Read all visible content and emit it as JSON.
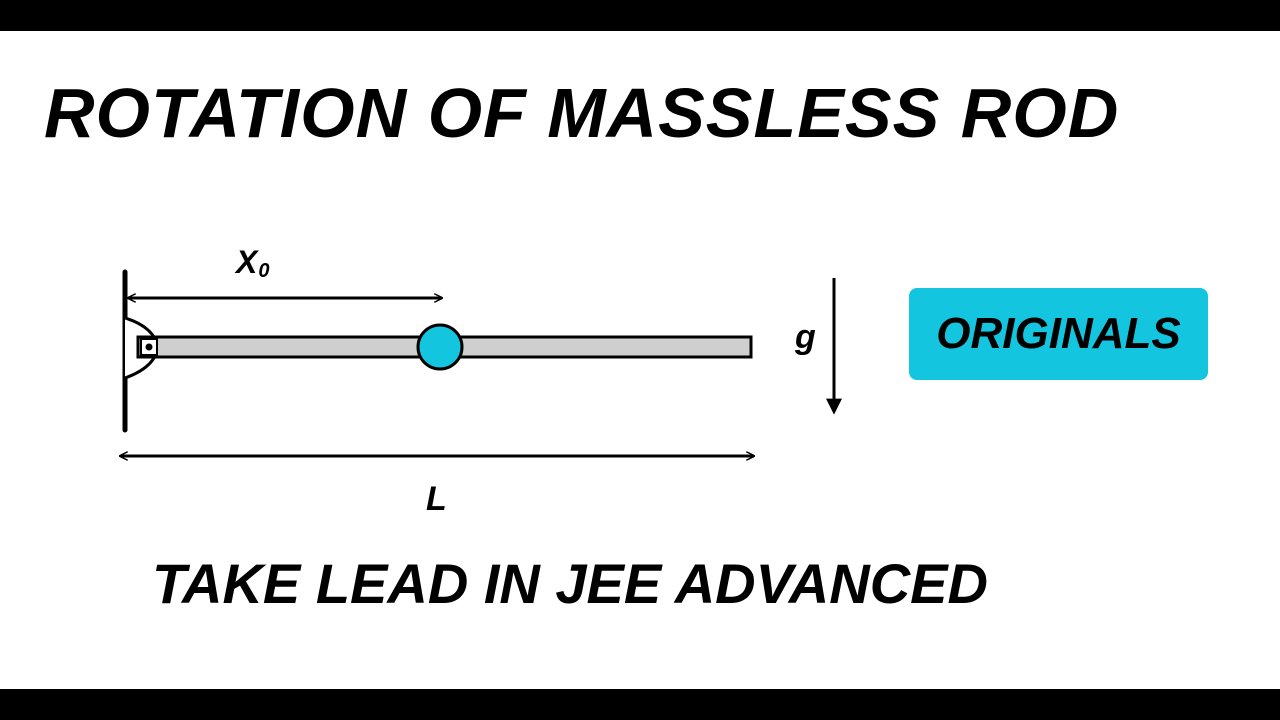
{
  "slide": {
    "title": "ROTATION OF MASSLESS ROD",
    "subtitle": "TAKE LEAD IN JEE ADVANCED",
    "badge": {
      "label": "ORIGINALS",
      "color": "#14c5df"
    }
  },
  "diagram": {
    "x0_label": "X",
    "x0_subscript": "0",
    "length_label": "L",
    "gravity_label": "g",
    "rod_color": "#cfcfcf",
    "bead_color": "#14c5df"
  }
}
